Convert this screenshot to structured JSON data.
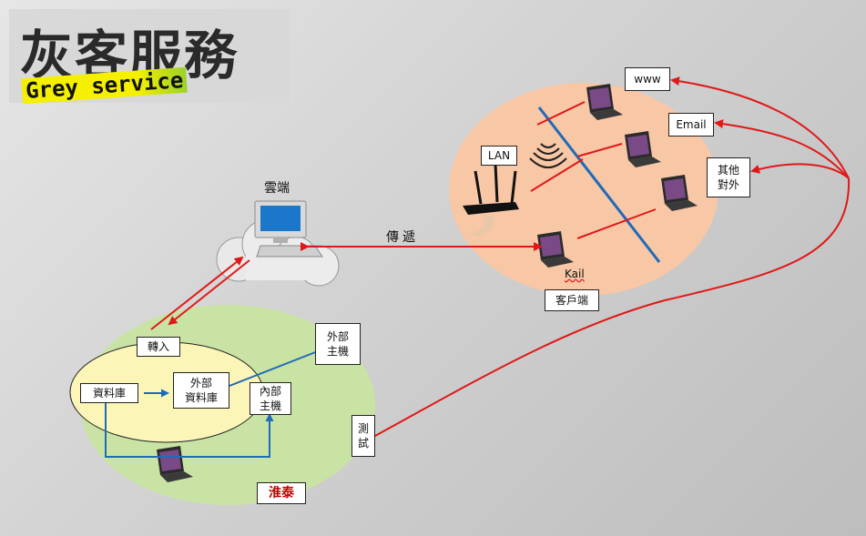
{
  "logo": {
    "title_zh": "灰客服務",
    "title_en": "Grey service"
  },
  "cloud": {
    "label": "雲端"
  },
  "transfer": {
    "label": "傳遞"
  },
  "client_zone": {
    "lan_label": "LAN",
    "kali_label": "Kail",
    "client_label": "客戶端"
  },
  "internet": {
    "www_label": "www",
    "email_label": "Email",
    "other_label": "其他\n對外"
  },
  "server_zone": {
    "import_label": "轉入",
    "database_label": "資料庫",
    "external_db_label": "外部\n資料庫",
    "internal_host_label": "內部\n主機",
    "external_host_label": "外部\n主機",
    "test_label": "測\n試",
    "company_label": "淮泰"
  },
  "colors": {
    "client_zone": "#f7c7a6",
    "server_zone": "#c9e3a5",
    "yellow_ellipse": "#fbf6b8",
    "red_arrow": "#e01818",
    "blue_line": "#1f6bb8",
    "company_text": "#c00000"
  },
  "icons": [
    "cloud-server-icon",
    "router-icon",
    "wifi-icon",
    "laptop-icon"
  ]
}
